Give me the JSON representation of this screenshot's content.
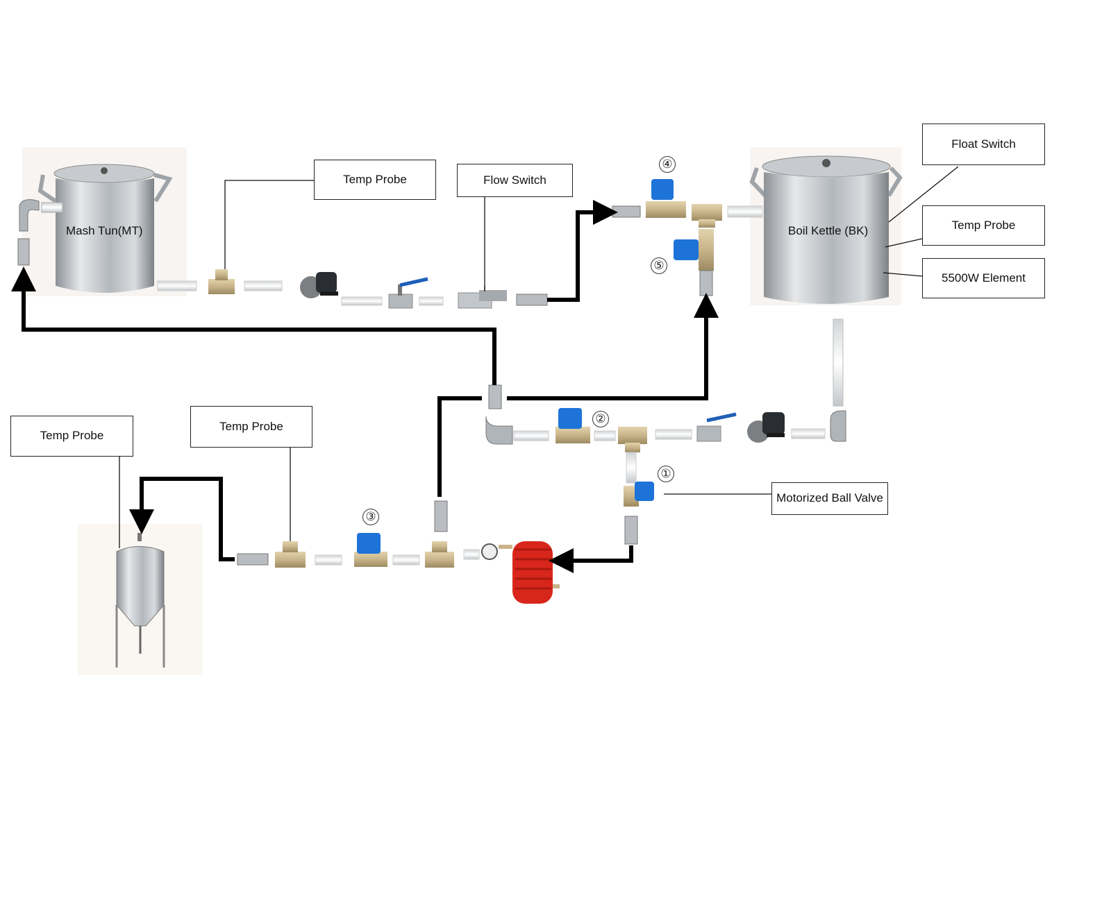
{
  "labels": {
    "mash_tun_temp_probe": "Temp Probe",
    "flow_switch": "Flow Switch",
    "float_switch": "Float Switch",
    "boil_kettle_temp_probe": "Temp Probe",
    "element": "5500W Element",
    "fermenter_temp_probe": "Temp Probe",
    "line_temp_probe": "Temp Probe",
    "motorized_ball_valve": "Motorized Ball Valve"
  },
  "vessels": {
    "mash_tun": "Mash Tun(MT)",
    "boil_kettle": "Boil Kettle (BK)"
  },
  "valve_numbers": {
    "v1": "①",
    "v2": "②",
    "v3": "③",
    "v4": "④",
    "v5": "⑤"
  },
  "colors": {
    "pipe": "#000000",
    "steel": "#bfc3c7",
    "brass": "#c9b48a",
    "motor_valve": "#1e73d8",
    "chiller_coil": "#d8261c"
  }
}
